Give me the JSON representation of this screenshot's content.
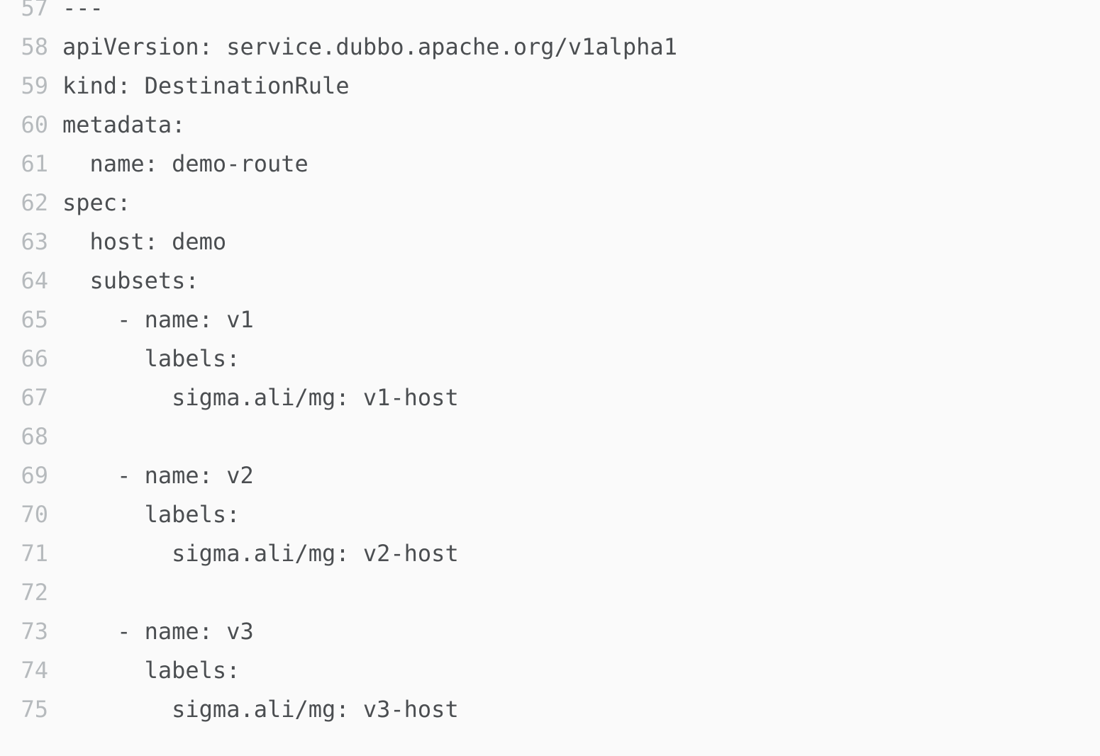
{
  "editor": {
    "language": "yaml",
    "background_color": "#fafafa",
    "code_color": "#4b4e51",
    "line_number_color": "#b6babd",
    "first_visible_line": 57,
    "last_visible_line": 75,
    "lines": [
      {
        "num": "57",
        "text": "---"
      },
      {
        "num": "58",
        "text": "apiVersion: service.dubbo.apache.org/v1alpha1"
      },
      {
        "num": "59",
        "text": "kind: DestinationRule"
      },
      {
        "num": "60",
        "text": "metadata:"
      },
      {
        "num": "61",
        "text": "  name: demo-route"
      },
      {
        "num": "62",
        "text": "spec:"
      },
      {
        "num": "63",
        "text": "  host: demo"
      },
      {
        "num": "64",
        "text": "  subsets:"
      },
      {
        "num": "65",
        "text": "    - name: v1"
      },
      {
        "num": "66",
        "text": "      labels:"
      },
      {
        "num": "67",
        "text": "        sigma.ali/mg: v1-host"
      },
      {
        "num": "68",
        "text": ""
      },
      {
        "num": "69",
        "text": "    - name: v2"
      },
      {
        "num": "70",
        "text": "      labels:"
      },
      {
        "num": "71",
        "text": "        sigma.ali/mg: v2-host"
      },
      {
        "num": "72",
        "text": ""
      },
      {
        "num": "73",
        "text": "    - name: v3"
      },
      {
        "num": "74",
        "text": "      labels:"
      },
      {
        "num": "75",
        "text": "        sigma.ali/mg: v3-host"
      }
    ]
  }
}
